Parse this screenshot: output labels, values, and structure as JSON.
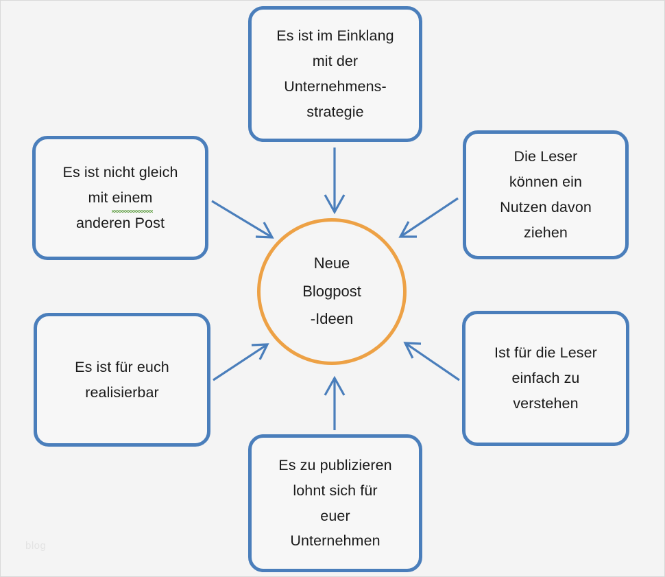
{
  "diagram": {
    "type": "radial-mindmap",
    "title": "Neue Blogpost-Ideen",
    "center": {
      "label": "Neue\nBlogpost\n-Ideen",
      "stroke_color": "#eda145",
      "fill_color": "#f5f5f5"
    },
    "node_stroke_color": "#4a7ebb",
    "node_fill_color": "#f7f7f7",
    "arrow_color": "#4a7ebb",
    "canvas_background": "#f4f4f4",
    "nodes": [
      {
        "id": "top",
        "position": "top",
        "label": "Es ist im Einklang\nmit der\nUnternehmens-\nstrategie",
        "arrow_direction": "down"
      },
      {
        "id": "left-top",
        "position": "left-top",
        "label_before": "Es ist nicht gleich\nmit ",
        "label_misspelled": "einem",
        "label_after": "\nanderen Post",
        "label": "Es ist nicht gleich\nmit einem\nanderen Post",
        "spellcheck_underline_word": "einem",
        "spellcheck_underline_color": "#5f9e41",
        "arrow_direction": "down-right"
      },
      {
        "id": "right-top",
        "position": "right-top",
        "label": "Die Leser\nkönnen ein\nNutzen davon\nziehen",
        "arrow_direction": "down-left"
      },
      {
        "id": "left-bottom",
        "position": "left-bottom",
        "label": "Es ist für euch\nrealisierbar",
        "arrow_direction": "up-right"
      },
      {
        "id": "right-bottom",
        "position": "right-bottom",
        "label": "Ist für die Leser\neinfach zu\nverstehen",
        "arrow_direction": "up-left"
      },
      {
        "id": "bottom",
        "position": "bottom",
        "label": "Es zu publizieren\nlohnt sich für\neuer\nUnternehmen",
        "arrow_direction": "up"
      }
    ],
    "watermark": "blog"
  }
}
